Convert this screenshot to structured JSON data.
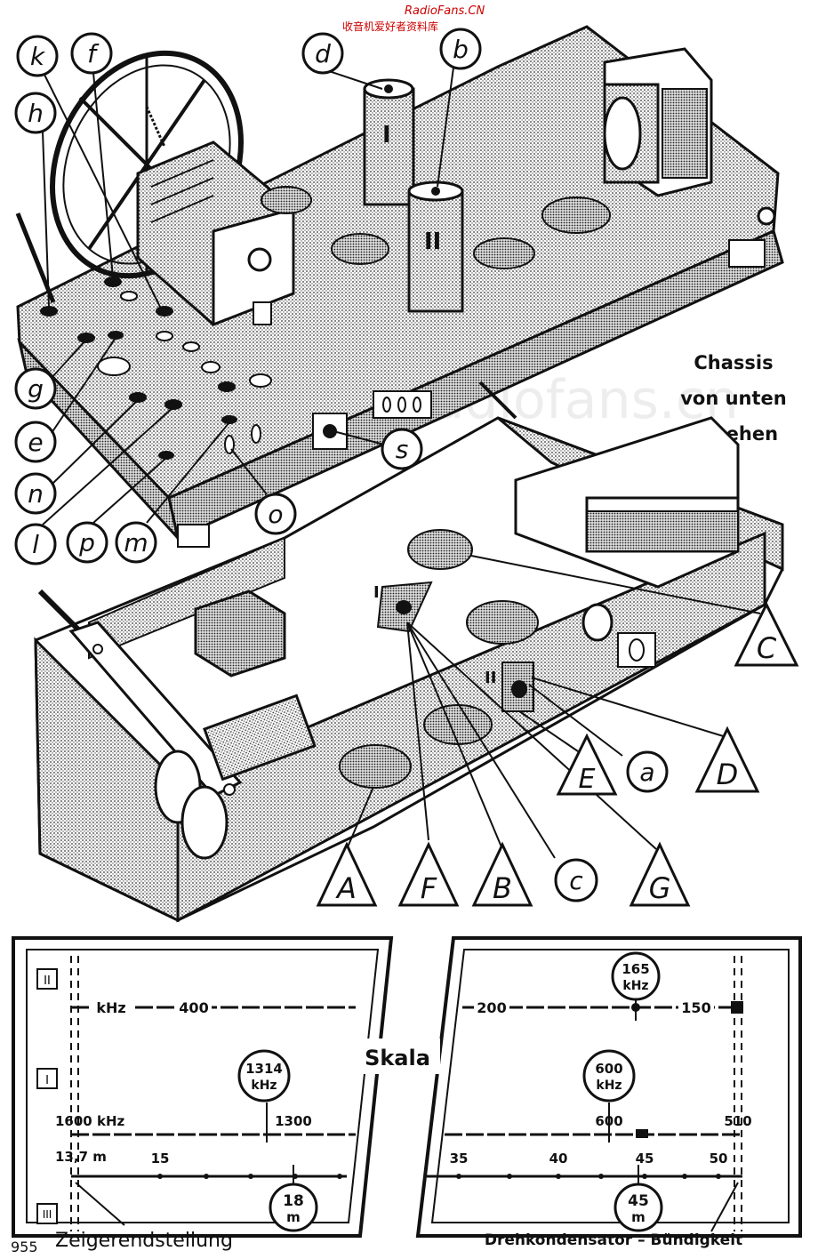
{
  "watermark": {
    "site": "RadioFans.CN",
    "subtitle": "收音机爱好者资料库",
    "faint": "www.radiofans.cn"
  },
  "chassis_note": {
    "line1": "Chassis",
    "line2": "von unten",
    "line3": "gesehen"
  },
  "circle_labels": {
    "k": "k",
    "f": "f",
    "h": "h",
    "d": "d",
    "b": "b",
    "g": "g",
    "e": "e",
    "n": "n",
    "l": "l",
    "p": "p",
    "m": "m",
    "o": "o",
    "s": "s",
    "a": "a",
    "c": "c"
  },
  "triangle_labels": {
    "A": "A",
    "F": "F",
    "B": "B",
    "G": "G",
    "C": "C",
    "D": "D",
    "E": "E"
  },
  "tube_labels": {
    "tube1": "I",
    "tube2": "II",
    "socket1": "I",
    "socket2": "II"
  },
  "scale": {
    "title": "Skala",
    "band_labels": {
      "top": "II",
      "middle": "I",
      "bottom": "III"
    },
    "lw": {
      "unit": "kHz",
      "t400": "400",
      "t200": "200",
      "t150": "150",
      "marker": {
        "value": "165",
        "unit": "kHz"
      }
    },
    "mw": {
      "start": "1600 kHz",
      "t1300": "1300",
      "t600": "600",
      "t510": "510",
      "marker1": {
        "value": "1314",
        "unit": "kHz"
      },
      "marker2": {
        "value": "600",
        "unit": "kHz"
      }
    },
    "sw": {
      "start": "13,7 m",
      "t15": "15",
      "t35": "35",
      "t40": "40",
      "t45": "45",
      "t50": "50",
      "marker1": {
        "value": "18",
        "unit": "m"
      },
      "marker2": {
        "value": "45",
        "unit": "m"
      }
    },
    "caption_left": "Zeigerendstellung",
    "caption_right": "Drehkondensator – Bündigkeit",
    "page_number": "955"
  }
}
